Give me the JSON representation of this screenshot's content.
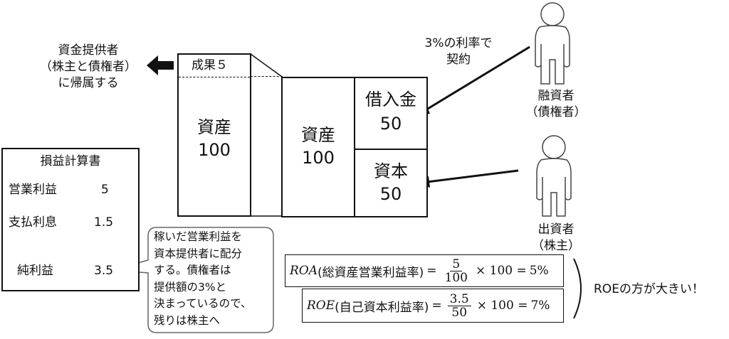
{
  "left_destination": {
    "lines": [
      "資金提供者",
      "（株主と債権者）",
      "に帰属する"
    ]
  },
  "balance_left": {
    "result_label": "成果５",
    "assets_label": "資産",
    "assets_value": "100"
  },
  "balance_right": {
    "assets_label": "資産",
    "assets_value": "100",
    "debt_label": "借入金",
    "debt_value": "50",
    "equity_label": "資本",
    "equity_value": "50"
  },
  "contract_note": {
    "lines": [
      "3%の利率で",
      "契約"
    ]
  },
  "creditor": {
    "lines": [
      "融資者",
      "（債権者）"
    ]
  },
  "shareholder": {
    "lines": [
      "出資者",
      "（株主）"
    ]
  },
  "income_statement": {
    "title": "損益計算書",
    "rows": [
      {
        "label": "営業利益",
        "value": "5"
      },
      {
        "label": "支払利息",
        "value": "1.5"
      },
      {
        "label": "純利益",
        "value": "3.5"
      }
    ]
  },
  "callout": {
    "lines": [
      "稼いだ営業利益を",
      "資本提供者に配分",
      "する。債権者は",
      "提供額の3%と",
      "決まっているので、",
      "残りは株主へ"
    ]
  },
  "formula_roa": {
    "abbr": "ROA",
    "name": "(総資産営業利益率)",
    "eq": "=",
    "num": "5",
    "den": "100",
    "times": "× 100 =",
    "result": "5%"
  },
  "formula_roe": {
    "abbr": "ROE",
    "name": "(自己資本利益率)",
    "eq": "=",
    "num": "3.5",
    "den": "50",
    "times": "× 100 =",
    "result": "7%"
  },
  "conclusion": "ROEの方が大きい！"
}
